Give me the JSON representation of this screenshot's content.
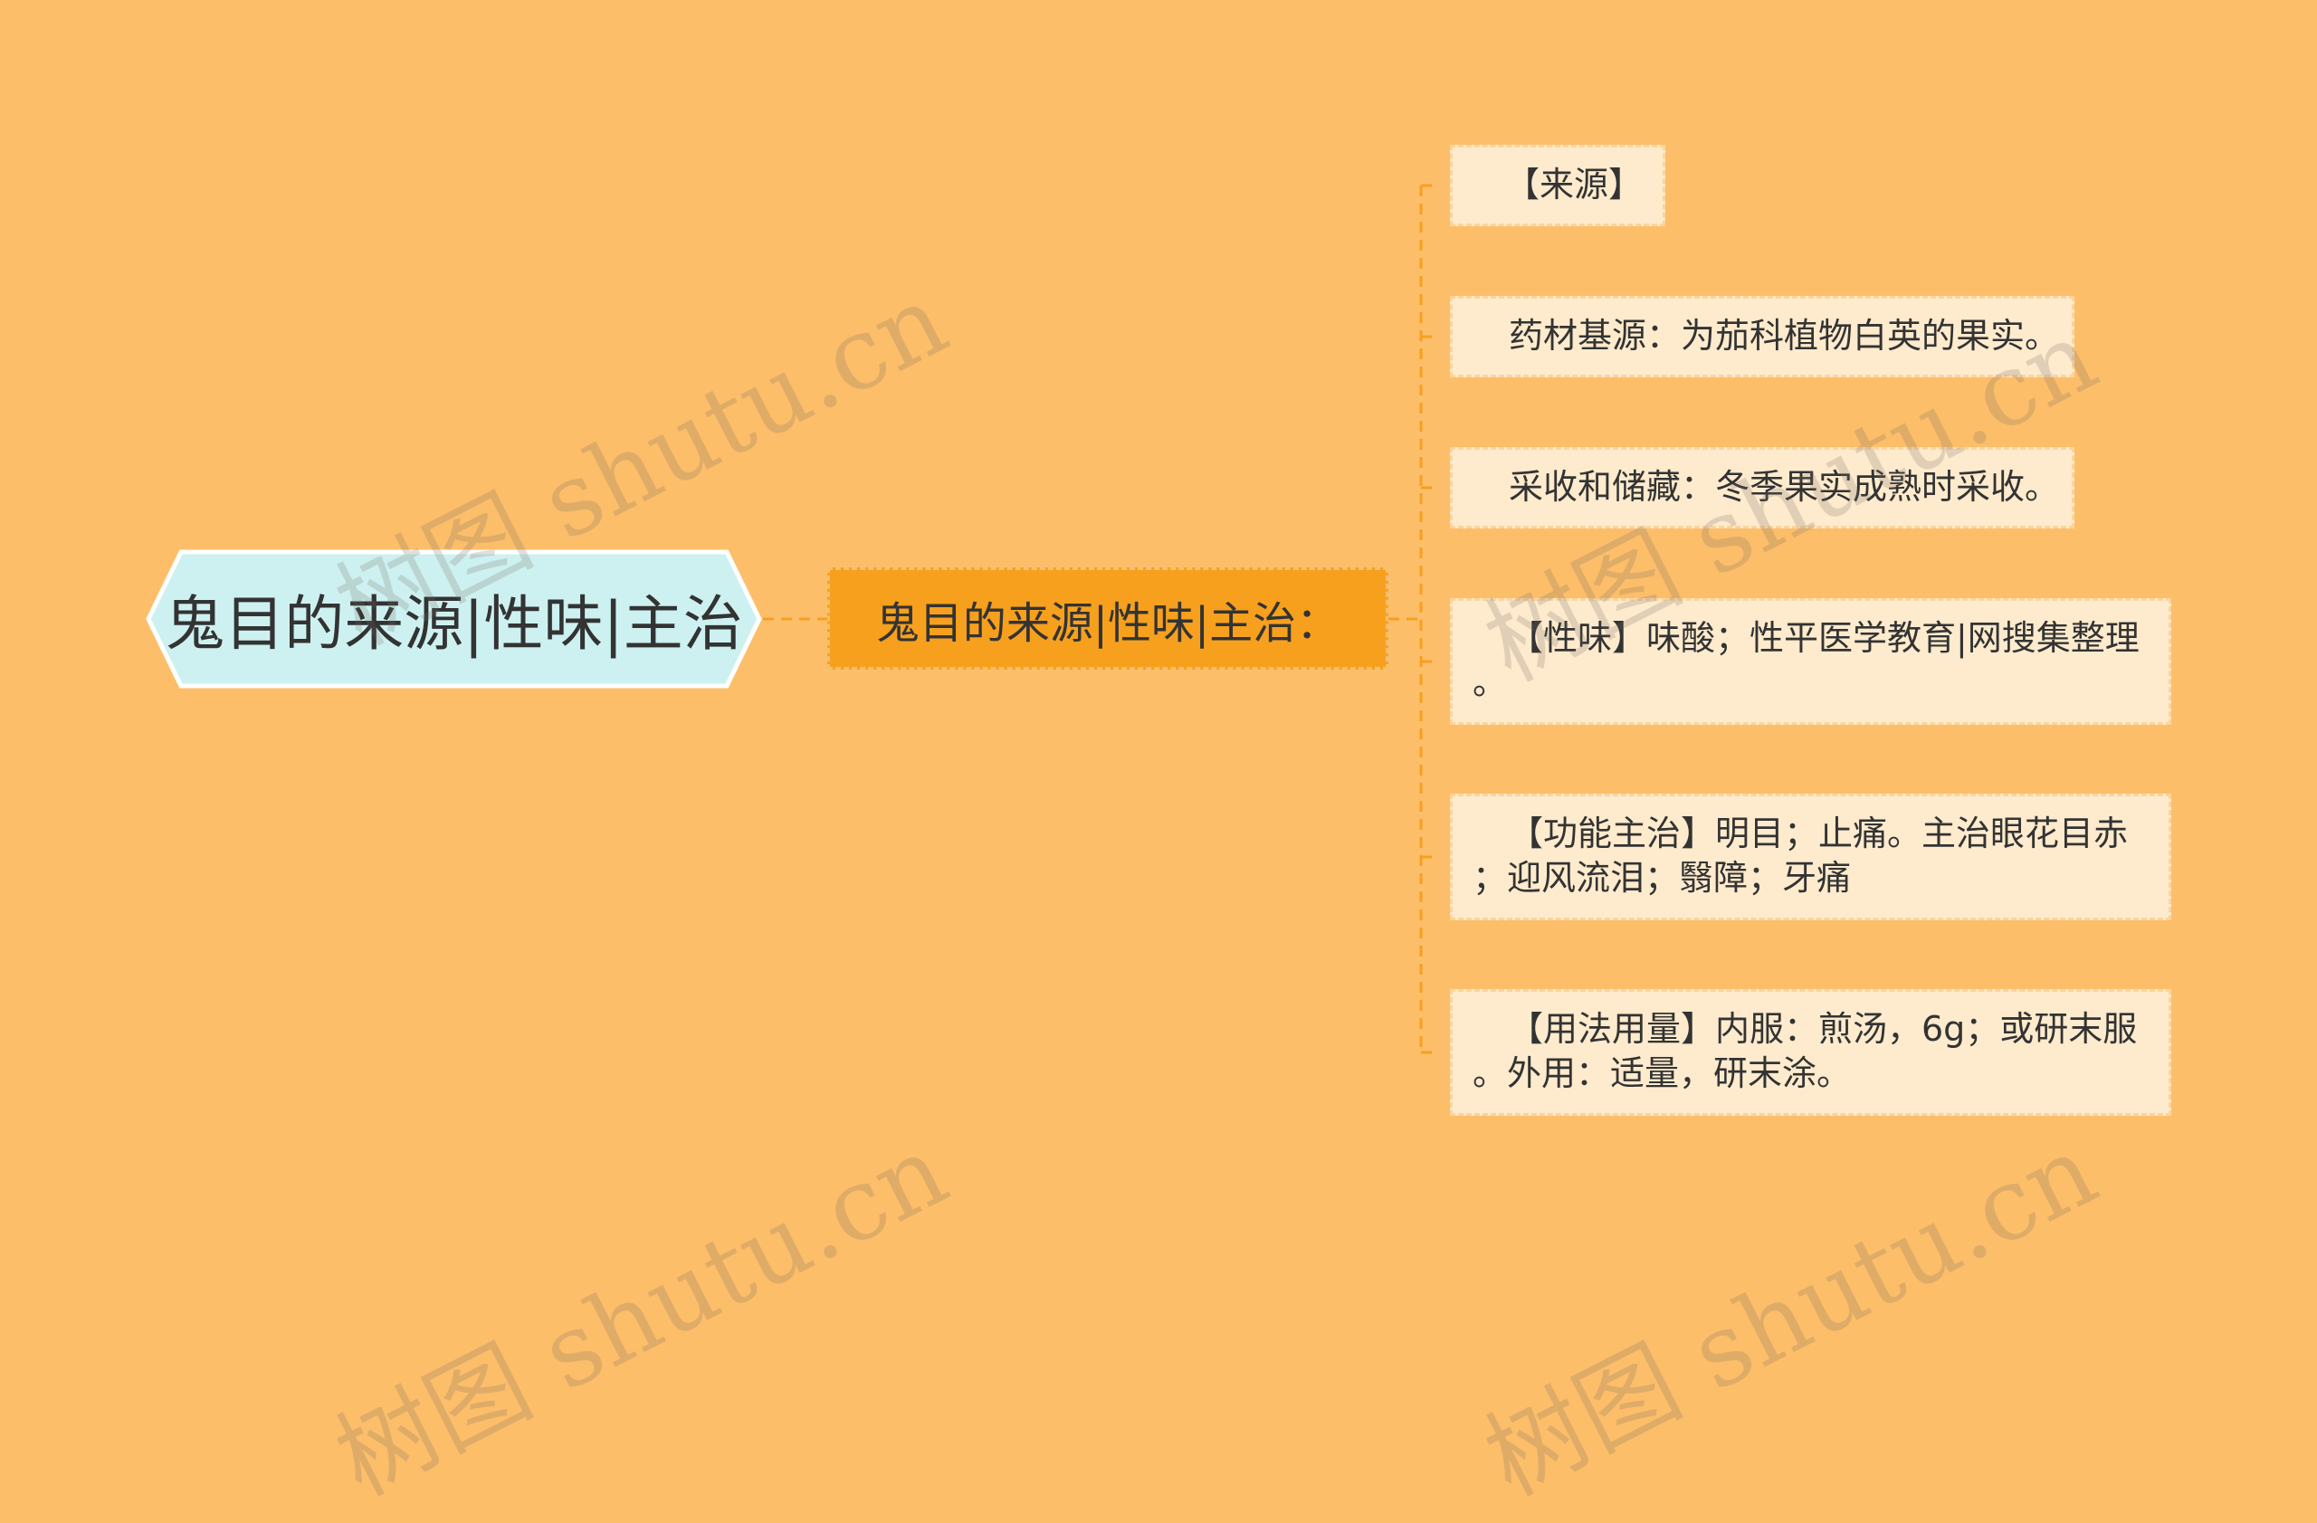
{
  "root": {
    "title": "鬼目的来源|性味|主治"
  },
  "branch": {
    "title": "鬼目的来源|性味|主治："
  },
  "leaves": [
    {
      "lines": [
        "【来源】"
      ]
    },
    {
      "lines": [
        "药材基源：为茄科植物白英的果实。"
      ]
    },
    {
      "lines": [
        "采收和储藏：冬季果实成熟时采收。"
      ]
    },
    {
      "lines": [
        "【性味】味酸；性平医学教育|网搜集整理",
        "。"
      ]
    },
    {
      "lines": [
        "【功能主治】明目；止痛。主治眼花目赤",
        "；迎风流泪；翳障；牙痛"
      ]
    },
    {
      "lines": [
        "【用法用量】内服：煎汤，6g；或研末服",
        "。外用：适量，研末涂。"
      ]
    }
  ],
  "watermark": {
    "text": "树图 shutu.cn"
  },
  "colors": {
    "background": "#fdbe6a",
    "root_fill": "#cdf1f0",
    "branch_fill": "#f7a01d",
    "leaf_fill": "#feebcd",
    "connector": "#f7a01d"
  }
}
